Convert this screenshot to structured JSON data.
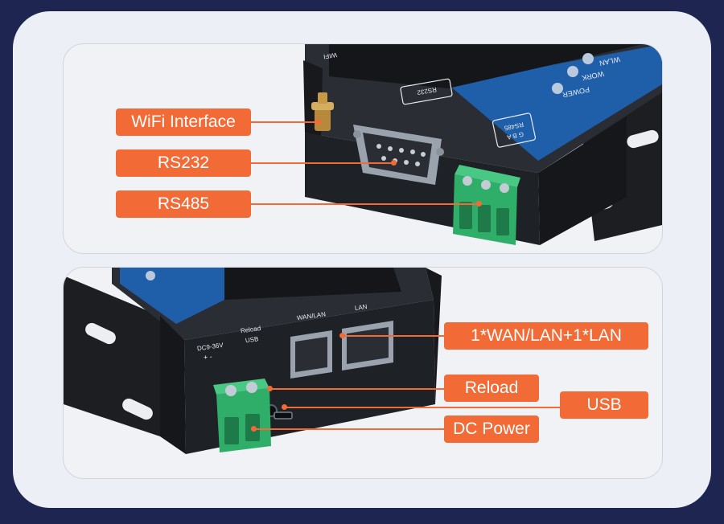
{
  "callouts": {
    "wifi": "WiFi Interface",
    "rs232": "RS232",
    "rs485": "RS485",
    "wan_lan": "1*WAN/LAN+1*LAN",
    "reload": "Reload",
    "usb": "USB",
    "dc_power": "DC Power"
  },
  "device_top": {
    "wifi_label": "WIFI",
    "rs232_label": "RS232",
    "rs485_label": "RS485",
    "rs485_pins": "G B A",
    "led_wlan": "WLAN",
    "led_work": "WORK",
    "led_power": "POWER"
  },
  "device_bottom": {
    "wan_lan_label": "WAN/LAN",
    "lan_label": "LAN",
    "reload_label": "Reload",
    "usb_label": "USB",
    "dc_label": "DC9-36V",
    "polarity": "+ -"
  },
  "colors": {
    "outer_frame": "#1d2550",
    "callout": "#f26a35",
    "device_body": "#1f2226",
    "device_blue": "#1f5ea8",
    "terminal_green": "#2fae6a"
  }
}
